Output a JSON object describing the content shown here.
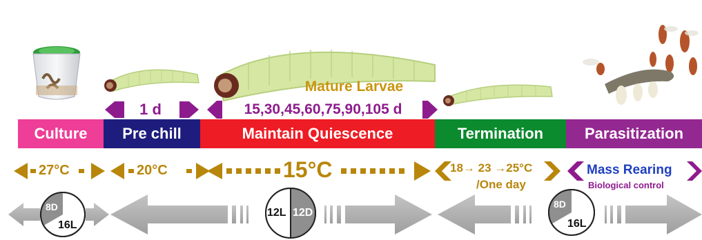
{
  "stages": [
    {
      "label": "Culture",
      "color": "#ee3e97"
    },
    {
      "label": "Pre chill",
      "color": "#1e1d7d"
    },
    {
      "label": "Maintain Quiescence",
      "color": "#ee1c24"
    },
    {
      "label": "Termination",
      "color": "#0b8a2e"
    },
    {
      "label": "Parasitization",
      "color": "#942891"
    }
  ],
  "durations": {
    "pre_chill": "1 d",
    "mature_larvae_title": "Mature Larvae",
    "quiescence": "15,30,45,60,75,90,105 d"
  },
  "temperatures": {
    "culture": "27°C",
    "pre_chill": "20°C",
    "quiescence": "15°C",
    "termination_line1": "18→ 23 →25°C",
    "termination_line2": "/One day"
  },
  "outcome": {
    "mass_rearing": "Mass Rearing",
    "biological_control": "Biological control"
  },
  "photoperiods": [
    {
      "dark": "8D",
      "light": "16L"
    },
    {
      "light": "12L",
      "dark": "12D"
    },
    {
      "dark": "8D",
      "light": "16L"
    }
  ],
  "colors": {
    "temp_gold": "#b8860b",
    "arrow_purple": "#8e1b8e",
    "gray_arrow": "#a6a6a6",
    "mass_rearing_blue": "#1f3fbf"
  },
  "icons": [
    "culture-cup-image",
    "larva-image",
    "wasp-parasitoid-image"
  ]
}
